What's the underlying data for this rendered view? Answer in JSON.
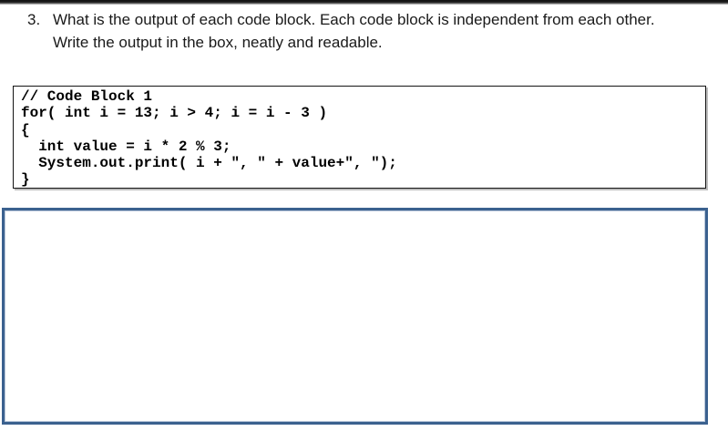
{
  "question": {
    "number": "3.",
    "line1": "What is the output of each code block. Each code block is independent from each other.",
    "line2": "Write the output in the box, neatly and readable."
  },
  "code_block": {
    "title_comment": "// Code Block 1",
    "lines": [
      "// Code Block 1",
      "for( int i = 13; i > 4; i = i - 3 )",
      "{",
      "  int value = i * 2 % 3;",
      "  System.out.print( i + \", \" + value+\", \");",
      "}"
    ]
  },
  "answer_box": {
    "value": "",
    "placeholder": ""
  },
  "colors": {
    "answer_box_border": "#3b618f",
    "code_box_border": "#141414",
    "code_box_shadow": "#bdbdbd",
    "text": "#1a1a1a",
    "page_background": "#ffffff"
  }
}
